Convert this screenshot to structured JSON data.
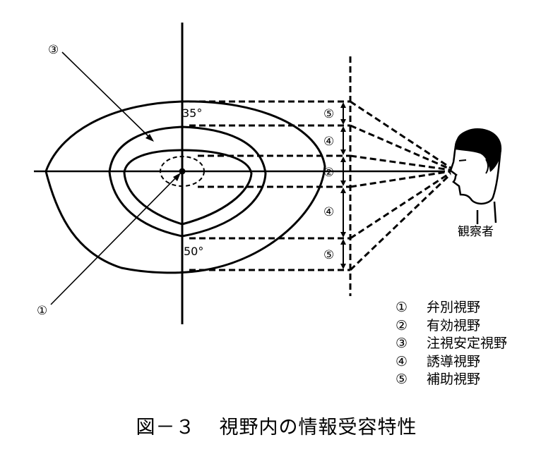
{
  "labels": {
    "angle_top": "35°",
    "angle_bottom": "50°",
    "pointer_1": "①",
    "pointer_3": "③",
    "band_upper_outer": "⑤",
    "band_upper_inner": "④",
    "band_center": "②",
    "band_lower_inner": "④",
    "band_lower_outer": "⑤",
    "observer": "観察者"
  },
  "legend": [
    {
      "num": "①",
      "text": "弁別視野"
    },
    {
      "num": "②",
      "text": "有効視野"
    },
    {
      "num": "③",
      "text": "注視安定視野"
    },
    {
      "num": "④",
      "text": "誘導視野"
    },
    {
      "num": "⑤",
      "text": "補助視野"
    }
  ],
  "caption": {
    "number": "図－３",
    "title": "視野内の情報受容特性"
  },
  "icons": {
    "observer": "head-profile-icon"
  }
}
